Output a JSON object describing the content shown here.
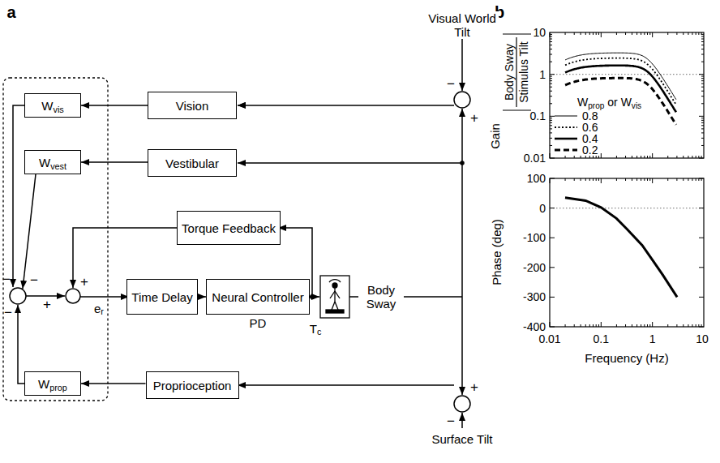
{
  "diagram": {
    "nodes": [
      {
        "text": [
          "Wvis"
        ]
      },
      {
        "text": [
          "Wvest"
        ]
      },
      {
        "text": [
          "Vision"
        ]
      },
      {
        "text": [
          "Vestibular"
        ]
      },
      {
        "text": [
          "Torque Feedback"
        ]
      },
      {
        "text": [
          "Time Delay"
        ]
      },
      {
        "text": [
          "Neural Controller",
          "PD"
        ]
      },
      {
        "text": [
          "Proprioception"
        ]
      },
      {
        "text": [
          "Wprop"
        ]
      }
    ],
    "edges": [
      {
        "from": 2,
        "to": 0,
        "arrow": "to"
      },
      {
        "from": 3,
        "to": 1,
        "arrow": "to"
      },
      {
        "from": 5,
        "to": 6,
        "arrow": "to"
      },
      {
        "from": 7,
        "to": 8,
        "arrow": "to"
      }
    ],
    "labels": [
      "a",
      "b",
      "Visual World Tilt",
      "Surface Tilt",
      "Body Sway",
      "er",
      "Tc",
      "−",
      "+",
      "−",
      "−",
      "−",
      "+",
      "+",
      "+",
      "−",
      "Gain",
      "Body Sway",
      "Stimulus Tilt",
      "Wprop or Wvis",
      "10",
      "1",
      "0.1",
      "0.01",
      "100",
      "0",
      "-100",
      "-200",
      "-300",
      "-400",
      "0.01",
      "0.1",
      "1",
      "10",
      "Phase (deg)",
      "Frequency (Hz)"
    ],
    "legend": [
      {
        "text": "0.8"
      },
      {
        "text": "0.6"
      },
      {
        "text": "0.4"
      },
      {
        "text": "0.2"
      }
    ]
  }
}
